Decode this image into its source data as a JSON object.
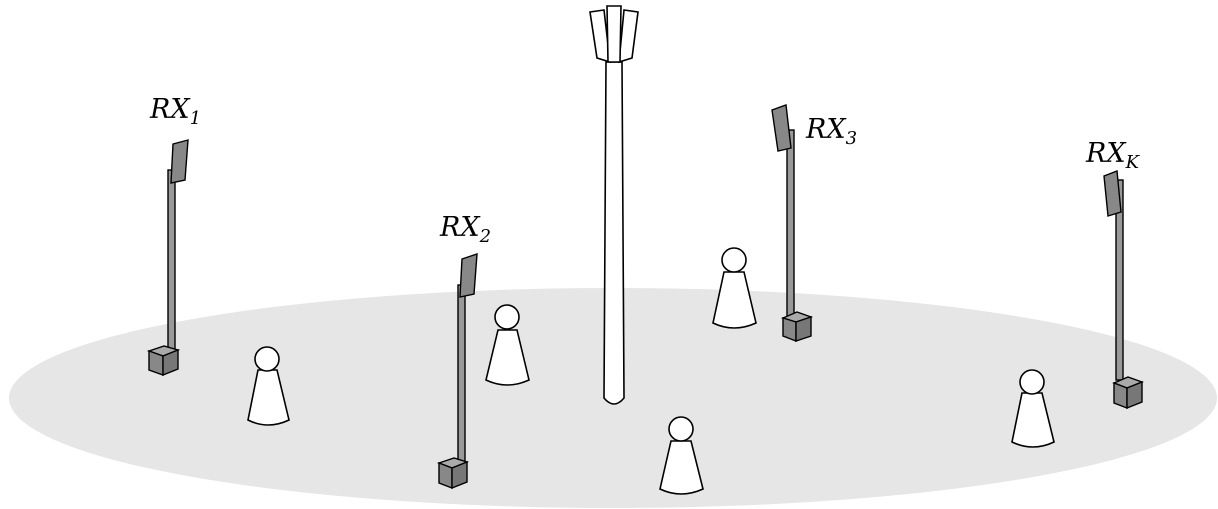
{
  "diagram": {
    "ground_color": "#e6e6e6",
    "pole_color": "#999999",
    "device_color": "#888888",
    "person_color": "#ffffff",
    "outline_color": "#000000",
    "tower": {
      "icon": "cell-tower-icon"
    },
    "receivers": [
      {
        "id": "1",
        "label": "RX",
        "subscript": "1"
      },
      {
        "id": "2",
        "label": "RX",
        "subscript": "2"
      },
      {
        "id": "3",
        "label": "RX",
        "subscript": "3"
      },
      {
        "id": "K",
        "label": "RX",
        "subscript": "K"
      }
    ],
    "people": [
      {
        "icon": "person-icon"
      },
      {
        "icon": "person-icon"
      },
      {
        "icon": "person-icon"
      },
      {
        "icon": "person-icon"
      },
      {
        "icon": "person-icon"
      }
    ]
  }
}
